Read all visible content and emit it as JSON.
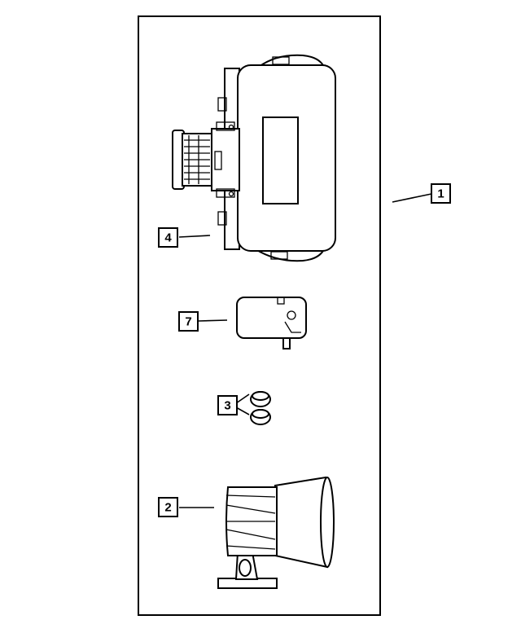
{
  "callouts": [
    {
      "id": "1",
      "label": "1",
      "part": "kit"
    },
    {
      "id": "4",
      "label": "4",
      "part": "control-module"
    },
    {
      "id": "7",
      "label": "7",
      "part": "sensor-module"
    },
    {
      "id": "3",
      "label": "3",
      "part": "grommets"
    },
    {
      "id": "2",
      "label": "2",
      "part": "siren-horn"
    }
  ],
  "colors": {
    "line": "#000000",
    "background": "#ffffff"
  }
}
